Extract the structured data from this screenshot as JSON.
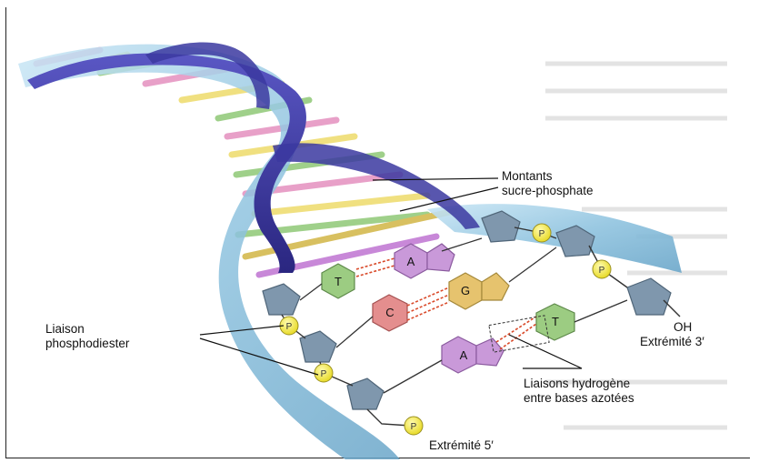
{
  "labels": {
    "montants": [
      "Montants",
      "sucre-phosphate"
    ],
    "liaison_phospho": [
      "Liaison",
      "phosphodiester"
    ],
    "oh": "OH",
    "extremite3": "Extrémité 3′",
    "liaisons_h": [
      "Liaisons hydrogène",
      "entre bases azotées"
    ],
    "extremite5": "Extrémité 5′"
  },
  "nucleotides": {
    "bases": [
      "T",
      "A",
      "G",
      "C",
      "T",
      "A"
    ],
    "phosphate_symbol": "P"
  },
  "colors": {
    "helix_strand": "#3d3a9e",
    "backbone": "#8fc3df",
    "sugar": "#7890a6",
    "phosphate": "#f4ef3a",
    "base_T": "#9ccc82",
    "base_A": "#c999d9",
    "base_G": "#e6c36e",
    "base_C": "#e48e8e",
    "hbond": "#d94a2a"
  }
}
